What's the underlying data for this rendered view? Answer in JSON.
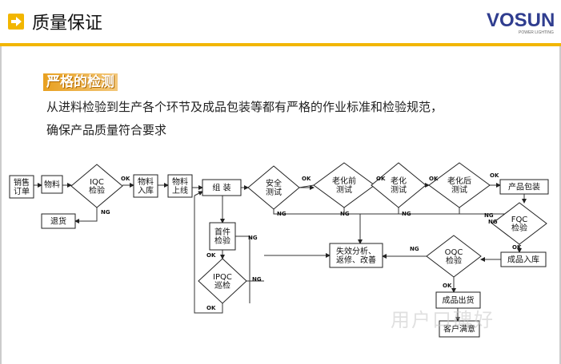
{
  "header": {
    "title": "质量保证",
    "logo": "VOSUN",
    "logo_sub": "POWER LIGHTING"
  },
  "section": {
    "title": "严格的检测",
    "line1": "从进料检验到生产各个环节及成品包装等都有严格的作业标准和检验规范，",
    "line2": "确保产品质量符合要求"
  },
  "flow": {
    "nodes": {
      "sales_order": [
        "销售",
        "订单"
      ],
      "material": [
        "物料"
      ],
      "iqc": [
        "IQC",
        "检验"
      ],
      "mat_in": [
        "物料",
        "入库"
      ],
      "mat_online": [
        "物料",
        "上线"
      ],
      "assembly": [
        "组 装"
      ],
      "safety": [
        "安全",
        "测试"
      ],
      "pre_aging": [
        "老化前",
        "测试"
      ],
      "aging": [
        "老化",
        "测试"
      ],
      "post_aging": [
        "老化后",
        "测试"
      ],
      "packing": [
        "产品包装"
      ],
      "fqc": [
        "FQC",
        "检验"
      ],
      "finished_in": [
        "成品入库"
      ],
      "oqc": [
        "OQC",
        "检验"
      ],
      "shipping": [
        "成品出货"
      ],
      "satisfaction": [
        "客户满意"
      ],
      "return": [
        "退货"
      ],
      "first_article": [
        "首件",
        "检验"
      ],
      "ipqc": [
        "IPQC",
        "巡检"
      ],
      "failure": [
        "失效分析、",
        "返修、改善"
      ]
    },
    "labels": {
      "ok": "OK",
      "ng": "NG"
    }
  },
  "watermark": "用户口碑好"
}
